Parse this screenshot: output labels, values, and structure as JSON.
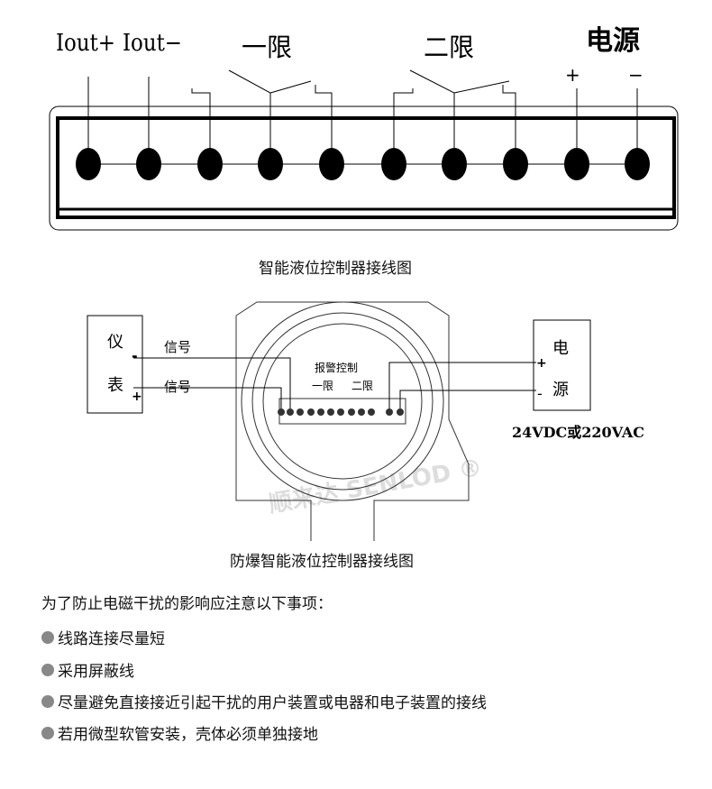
{
  "diagram1": {
    "labels": {
      "iout_plus": "Iout+",
      "iout_minus": "Iout−",
      "limit1": "一限",
      "limit2": "二限",
      "power": "电源",
      "plus": "+",
      "minus": "−"
    },
    "caption": "智能液位控制器接线图"
  },
  "diagram2": {
    "instrument": [
      "仪",
      "表"
    ],
    "signal1": "信号",
    "signal2": "信号",
    "instrument_minus": "-",
    "instrument_plus": "+",
    "alarm": "报警控制",
    "limit1": "一限",
    "limit2": "二限",
    "power": [
      "电",
      "源"
    ],
    "power_plus": "+",
    "power_minus": "-",
    "supply": "24VDC或220VAC",
    "watermark": "顺来达 SENLOD ®",
    "caption": "防爆智能液位控制器接线图"
  },
  "notes": {
    "title": "为了防止电磁干扰的影响应注意以下事项：",
    "items": [
      "线路连接尽量短",
      "采用屏蔽线",
      "尽量避免直接接近引起干扰的用户装置或电器和电子装置的接线",
      "若用微型软管安装，壳体必须单独接地"
    ]
  }
}
